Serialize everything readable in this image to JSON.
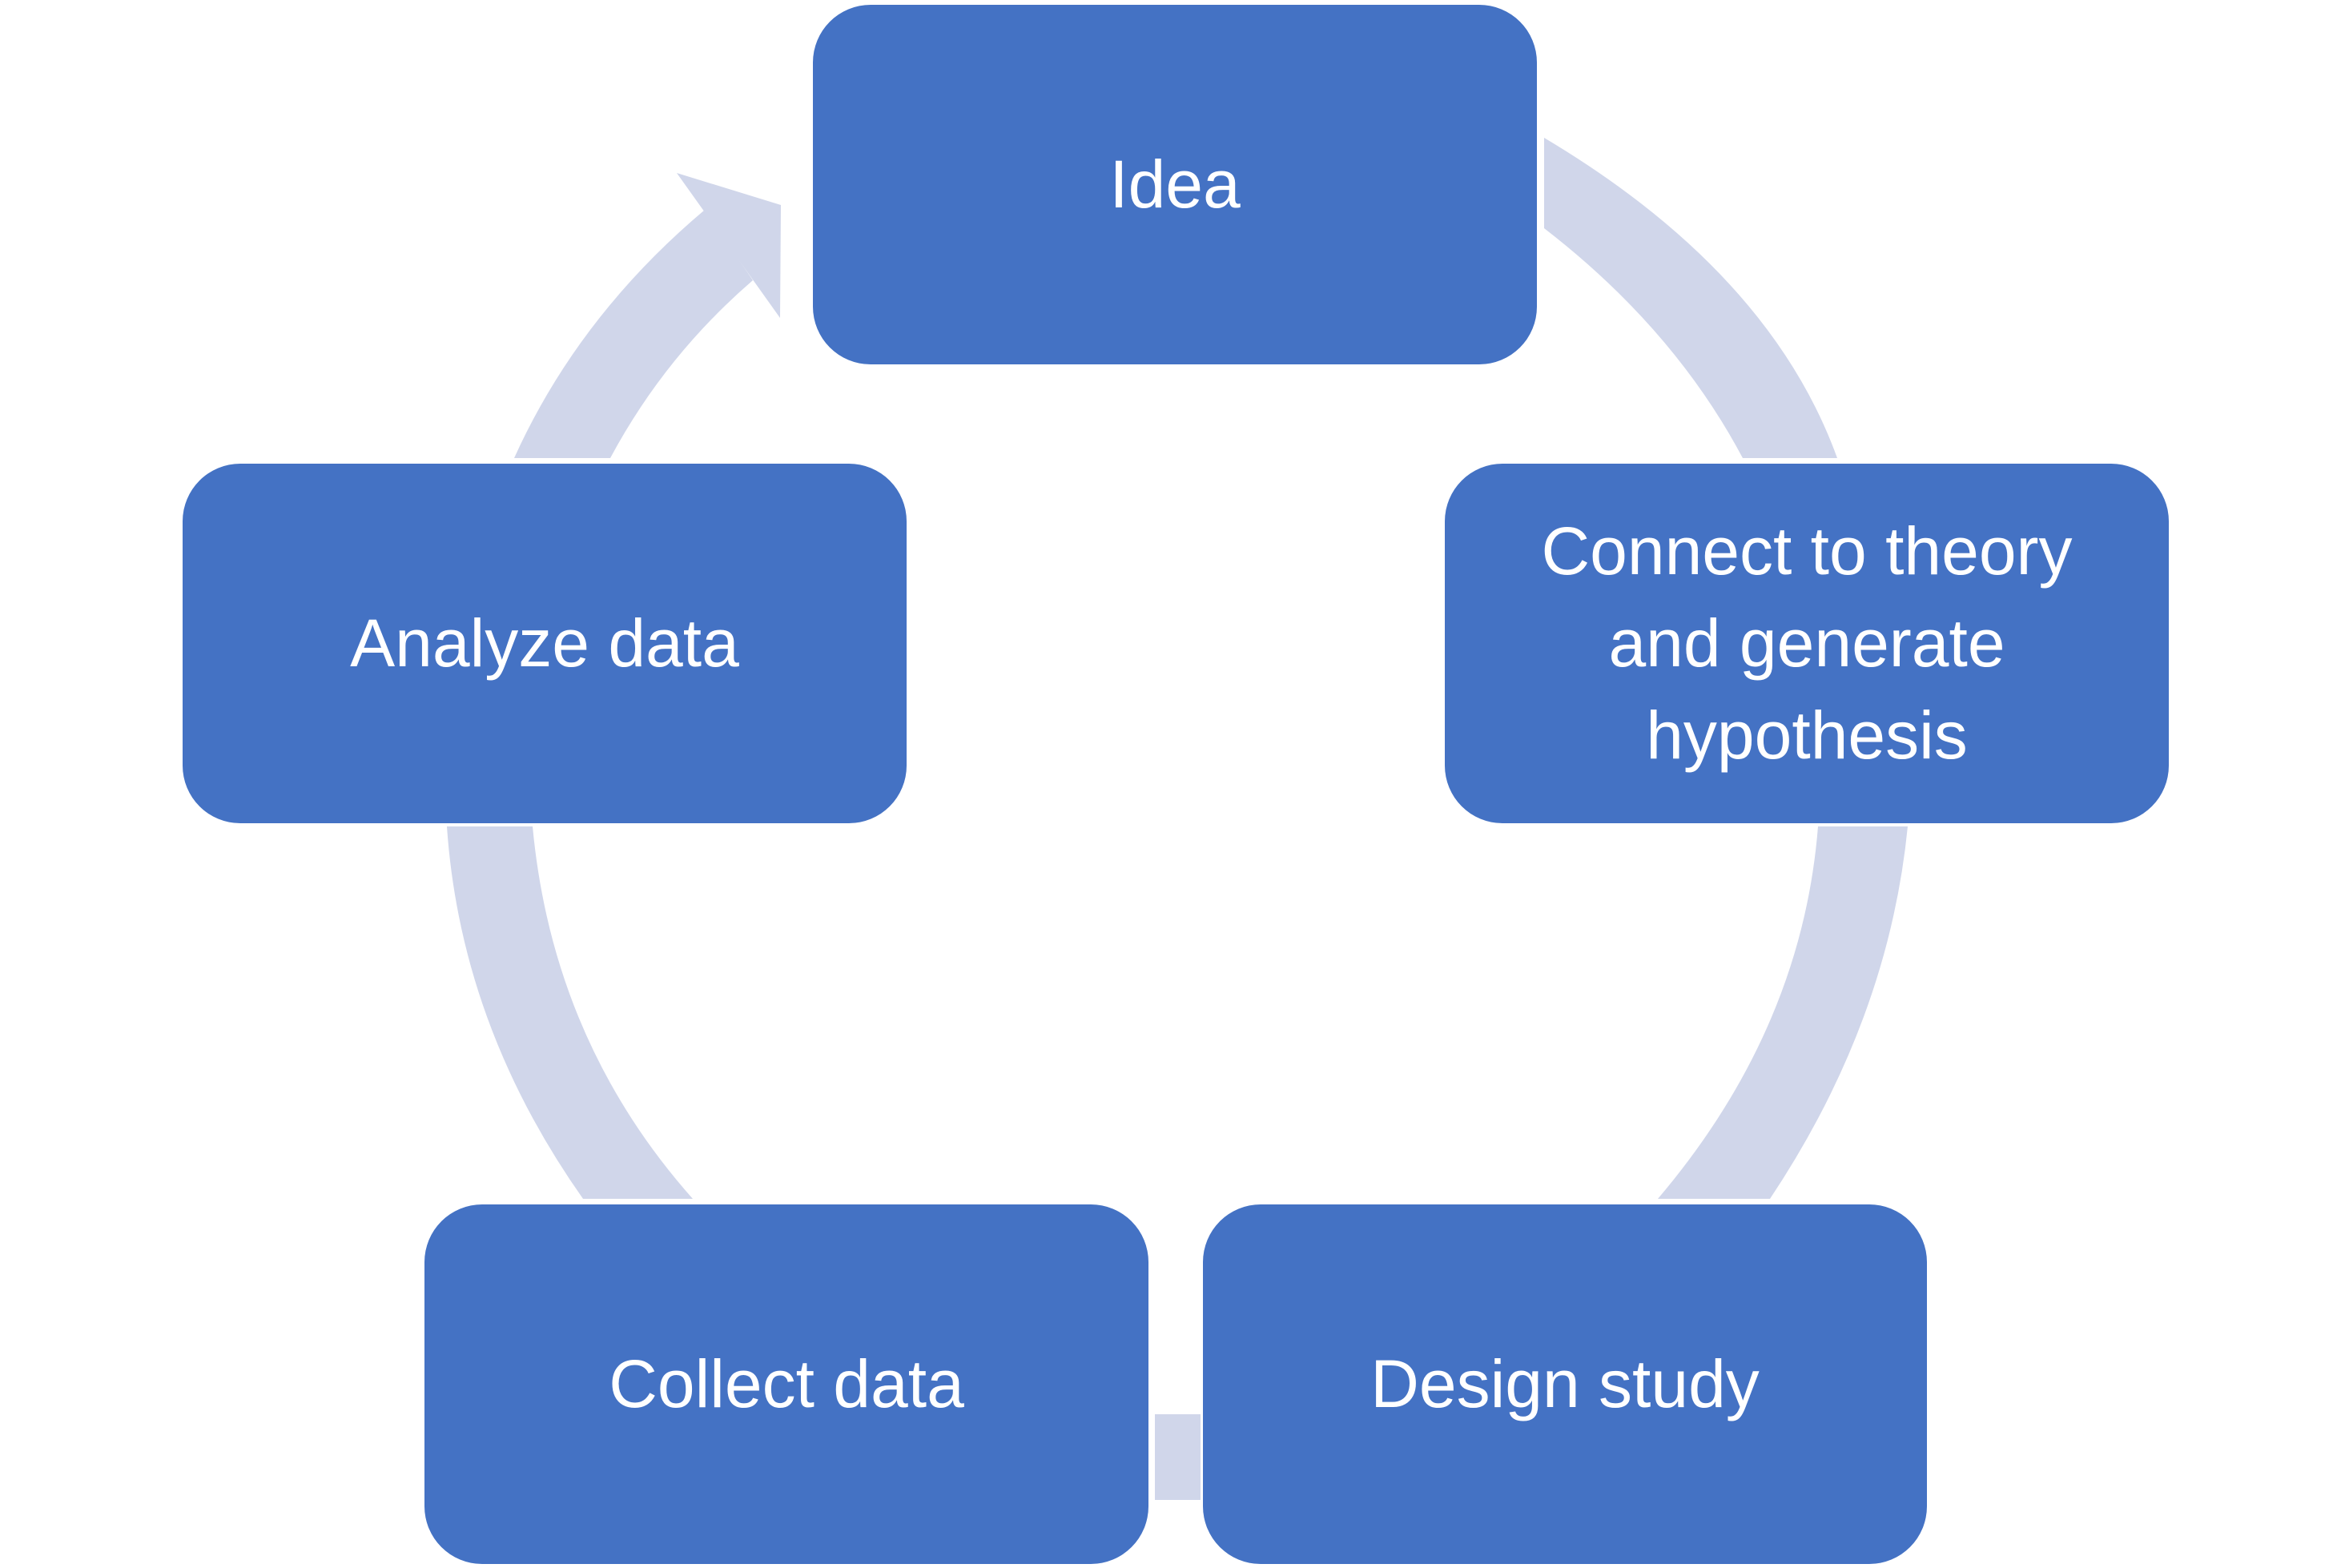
{
  "diagram": {
    "type": "cycle",
    "direction": "clockwise",
    "colors": {
      "node_fill": "#4472C4",
      "node_text": "#FFFFFF",
      "connector": "#D0D6EA",
      "background": "#FFFFFF"
    },
    "nodes": [
      {
        "id": "idea",
        "label": "Idea"
      },
      {
        "id": "connect-theory",
        "label": "Connect to theory and generate hypothesis"
      },
      {
        "id": "design-study",
        "label": "Design study"
      },
      {
        "id": "collect-data",
        "label": "Collect data"
      },
      {
        "id": "analyze-data",
        "label": "Analyze data"
      }
    ]
  }
}
